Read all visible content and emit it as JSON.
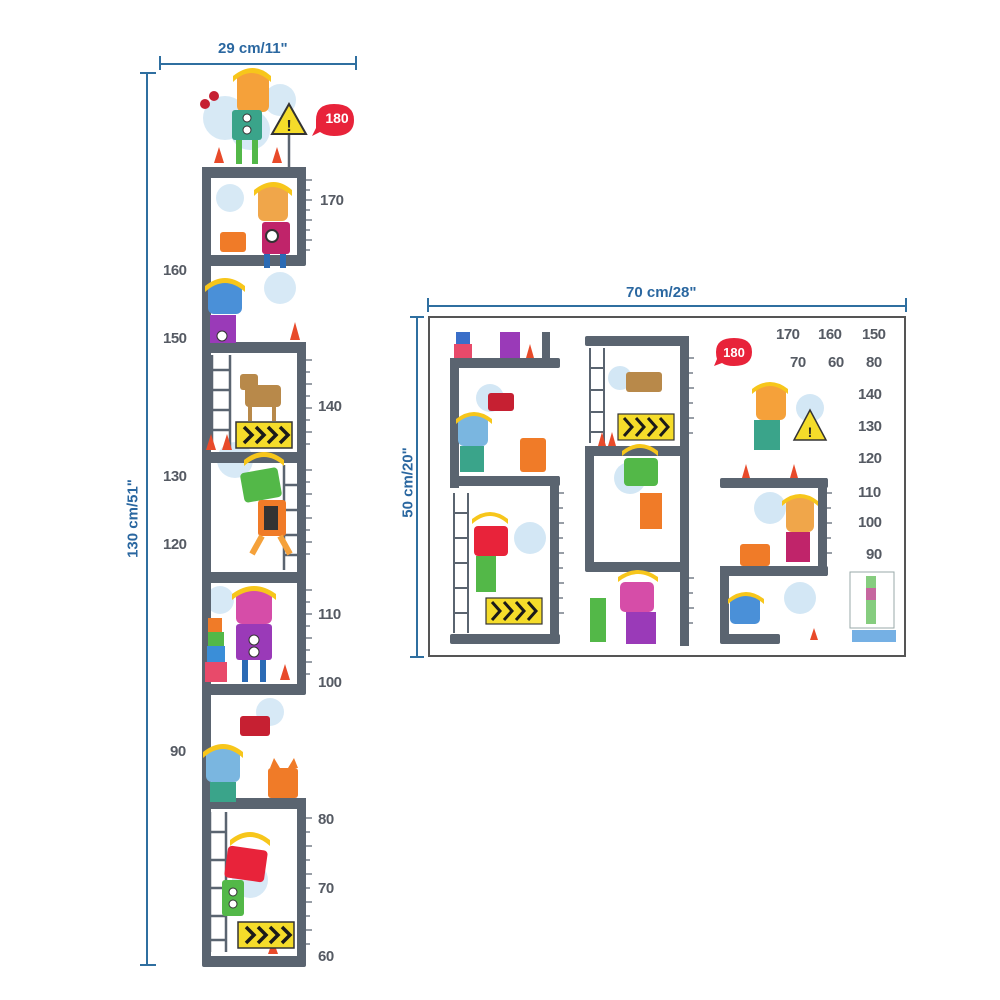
{
  "dimensions": {
    "tall_width": "29 cm/11\"",
    "tall_height": "130 cm/51\"",
    "sheet_width": "70 cm/28\"",
    "sheet_height": "50 cm/20\""
  },
  "tall_chart": {
    "badge": "180",
    "marks_right": [
      "170",
      "140",
      "110",
      "100",
      "80",
      "70",
      "60"
    ],
    "marks_left": [
      "160",
      "150",
      "130",
      "120",
      "90"
    ]
  },
  "sheet": {
    "badge": "180",
    "numbers_grid": [
      "170",
      "160",
      "150",
      "70",
      "60",
      "80",
      "140",
      "130",
      "120",
      "110",
      "100",
      "90"
    ]
  },
  "colors": {
    "frame": "#5a6470",
    "dimension": "#2a67a0",
    "badge": "#e8233a",
    "warning": "#f5dc2a",
    "chevron": "#1a1a1a"
  },
  "icons": [
    "warning-sign-icon",
    "traffic-cone-icon",
    "robot-icon",
    "cat-icon",
    "fish-icon",
    "toolbox-icon",
    "ladder-icon"
  ]
}
